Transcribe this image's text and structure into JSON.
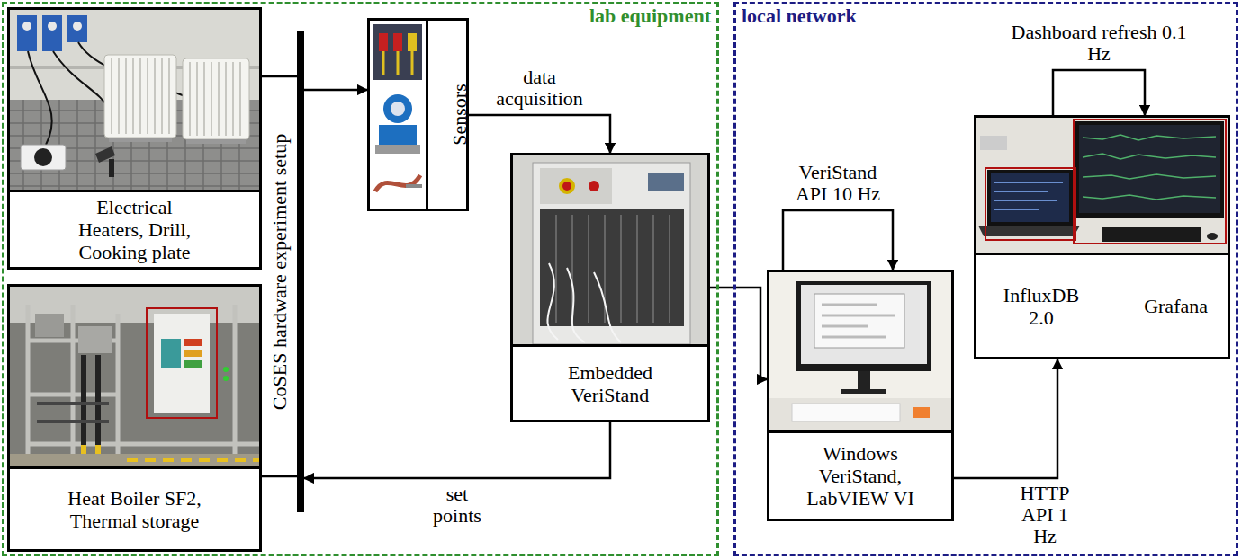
{
  "diagram": {
    "nodes": [
      {
        "text": [
          "lab equipment"
        ]
      },
      {
        "text": [
          "local network"
        ]
      },
      {
        "text": [
          "Electrical Heaters, Drill, Cooking plate"
        ],
        "in": 0
      },
      {
        "text": [
          "Heat Boiler SF2, Thermal storage"
        ],
        "in": 0
      },
      {
        "text": [
          "CoSES hardware experiment setup"
        ],
        "in": 0
      },
      {
        "text": [
          "Sensors"
        ],
        "in": 0
      },
      {
        "text": [
          "Embedded VeriStand"
        ],
        "in": 0
      },
      {
        "text": [
          "Windows VeriStand, LabVIEW VI"
        ],
        "in": 1
      },
      {
        "text": [
          "InfluxDB 2.0",
          "Grafana"
        ],
        "in": 1
      }
    ],
    "edges": [
      {
        "from": 2,
        "to": 4,
        "arrow": "none"
      },
      {
        "from": 3,
        "to": 4,
        "arrow": "none"
      },
      {
        "from": 4,
        "to": 5,
        "arrow": "to"
      },
      {
        "from": 5,
        "to": 6,
        "arrow": "to",
        "label": "data acquisition"
      },
      {
        "from": 6,
        "to": 4,
        "arrow": "to",
        "label": "set points"
      },
      {
        "from": 6,
        "to": 7,
        "arrow": "to"
      },
      {
        "from": 7,
        "to": 7,
        "arrow": "to",
        "label": "VeriStand API 10 Hz"
      },
      {
        "from": 7,
        "to": 8,
        "arrow": "to",
        "label": "HTTP API 1 Hz"
      },
      {
        "from": 8,
        "to": 8,
        "arrow": "to",
        "label": "Dashboard refresh 0.1 Hz"
      }
    ]
  }
}
